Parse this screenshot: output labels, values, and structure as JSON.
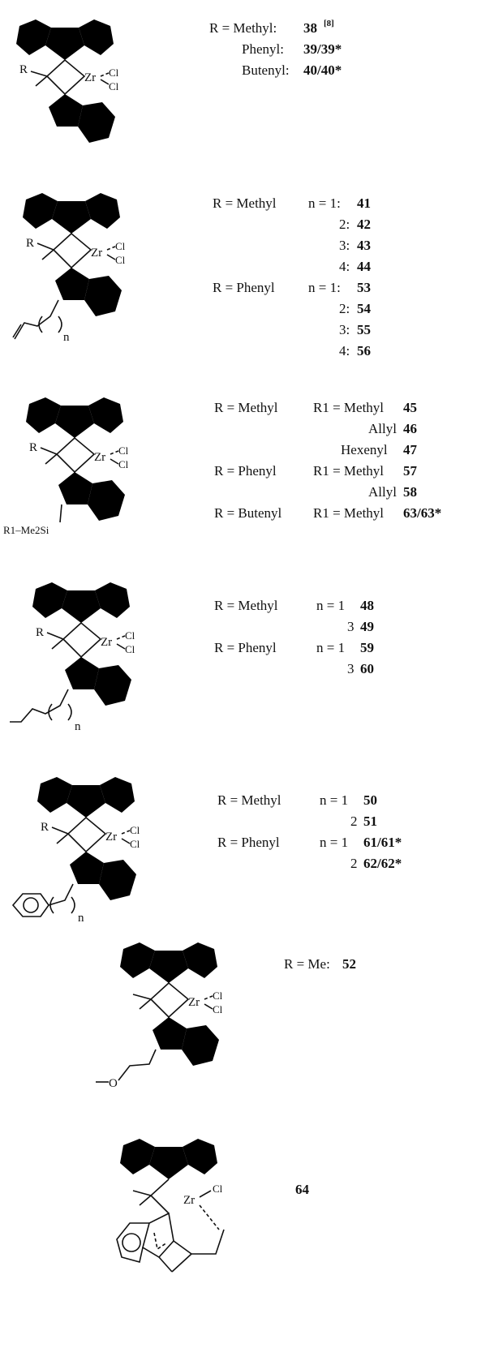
{
  "structures": [
    {
      "id": "s1",
      "atoms": {
        "metal": "Zr",
        "cl1": "Cl",
        "cl2": "Cl",
        "r": "R",
        "n": ""
      },
      "rows": [
        {
          "lhs": "R = Methyl:",
          "n": "",
          "num": "38",
          "ref": "[8]"
        },
        {
          "lhs": "Phenyl:",
          "n": "",
          "num": "39/39*",
          "ref": ""
        },
        {
          "lhs": "Butenyl:",
          "n": "",
          "num": "40/40*",
          "ref": ""
        }
      ]
    },
    {
      "id": "s2",
      "atoms": {
        "metal": "Zr",
        "cl1": "Cl",
        "cl2": "Cl",
        "r": "R",
        "n": "n"
      },
      "rows": [
        {
          "lhs": "R = Methyl",
          "n": "n = 1:",
          "num": "41"
        },
        {
          "lhs": "",
          "n": "2:",
          "num": "42"
        },
        {
          "lhs": "",
          "n": "3:",
          "num": "43"
        },
        {
          "lhs": "",
          "n": "4:",
          "num": "44"
        },
        {
          "lhs": "R = Phenyl",
          "n": "n = 1:",
          "num": "53"
        },
        {
          "lhs": "",
          "n": "2:",
          "num": "54"
        },
        {
          "lhs": "",
          "n": "3:",
          "num": "55"
        },
        {
          "lhs": "",
          "n": "4:",
          "num": "56"
        }
      ]
    },
    {
      "id": "s3",
      "atoms": {
        "metal": "Zr",
        "cl1": "Cl",
        "cl2": "Cl",
        "r": "R",
        "si": "R1–Me2Si"
      },
      "rows": [
        {
          "lhs": "R = Methyl",
          "r1": "R1 = Methyl",
          "num": "45"
        },
        {
          "lhs": "",
          "r1": "Allyl",
          "num": "46"
        },
        {
          "lhs": "",
          "r1": "Hexenyl",
          "num": "47"
        },
        {
          "lhs": "R = Phenyl",
          "r1": "R1 = Methyl",
          "num": "57"
        },
        {
          "lhs": "",
          "r1": "Allyl",
          "num": "58"
        },
        {
          "lhs": "R = Butenyl",
          "r1": "R1 = Methyl",
          "num": "63/63*"
        }
      ]
    },
    {
      "id": "s4",
      "atoms": {
        "metal": "Zr",
        "cl1": "Cl",
        "cl2": "Cl",
        "r": "R",
        "n": "n"
      },
      "rows": [
        {
          "lhs": "R = Methyl",
          "n": "n = 1",
          "num": "48"
        },
        {
          "lhs": "",
          "n": "3",
          "num": "49"
        },
        {
          "lhs": "R = Phenyl",
          "n": "n = 1",
          "num": "59"
        },
        {
          "lhs": "",
          "n": "3",
          "num": "60"
        }
      ]
    },
    {
      "id": "s5",
      "atoms": {
        "metal": "Zr",
        "cl1": "Cl",
        "cl2": "Cl",
        "r": "R",
        "n": "n"
      },
      "rows": [
        {
          "lhs": "R = Methyl",
          "n": "n = 1",
          "num": "50"
        },
        {
          "lhs": "",
          "n": "2",
          "num": "51"
        },
        {
          "lhs": "R = Phenyl",
          "n": "n = 1",
          "num": "61/61*"
        },
        {
          "lhs": "",
          "n": "2",
          "num": "62/62*"
        }
      ]
    },
    {
      "id": "s6",
      "atoms": {
        "metal": "Zr",
        "cl1": "Cl",
        "cl2": "Cl",
        "o": "O"
      },
      "rows": [
        {
          "lhs": "R = Me:",
          "num": "52"
        }
      ]
    },
    {
      "id": "s7",
      "atoms": {
        "metal": "Zr",
        "cl1": "Cl"
      },
      "rows": [
        {
          "lhs": "",
          "num": "64"
        }
      ]
    }
  ]
}
